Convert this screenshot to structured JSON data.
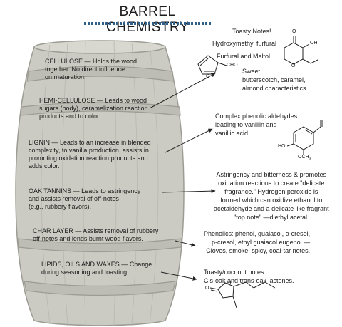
{
  "title": "BARREL CHEMISTRY",
  "layers": [
    "CELLULOSE — Holds the wood\ntogether. No direct influence\non maturation.",
    "HEMI-CELLULOSE — Leads to wood\nsugars (body), caramelization reaction\nproducts and to color.",
    "LIGNIN — Leads to an increase in blended\ncomplexity, to vanilla production, assists in\npromoting oxidation reaction products and\nadds color.",
    "OAK TANNINS — Leads to astringency\nand assists removal of off-notes\n(e.g., rubbery flavors).",
    "CHAR LAYER — Assists removal of rubbery\noff-notes and lends burnt wood flavors.",
    "LIPIDS, OILS AND WAXES — Change\nduring seasoning and toasting."
  ],
  "notes": {
    "toasty": "Toasty Notes!",
    "hmf": "Hydroxymethyl furfural",
    "furfural": "Furfural and Maltol",
    "sweet": "Sweet,\nbutterscotch, caramel,\nalmond characteristics",
    "phenolic": "Complex phenolic aldehydes\nleading to vanillin and\nvanillic acid.",
    "astringency": "Astringency and bitterness & promotes\noxidation reactions to create \"delicate\nfragrance.\" Hydrogen peroxide is\nformed which can oxidize ethanol to\nacetaldehyde and a delicate like fragrant\n\"top note\" —diethyl acetal.",
    "phenolics": "Phenolics: phenol, guaiacol, o-cresol,\np-cresol, ethyl guaiacol eugenol —\nCloves, smoke, spicy, coal-tar notes.",
    "coconut": "Toasty/coconut notes.\nCis-oak and trans-oak lactones."
  },
  "chem_labels": {
    "cho": "CHO",
    "oh": "OH",
    "ho": "HO",
    "och3": "OCH",
    "och3_sub": "3",
    "o_furan": "O",
    "o_maltol_top": "O",
    "o_maltol_ring": "O",
    "o_lactone_carbonyl": "O",
    "o_lactone_ring": "O"
  }
}
